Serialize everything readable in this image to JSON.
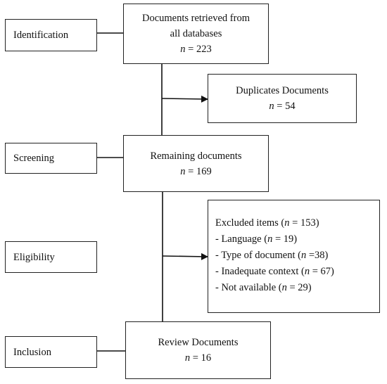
{
  "stages": {
    "identification": "Identification",
    "screening": "Screening",
    "eligibility": "Eligibility",
    "inclusion": "Inclusion"
  },
  "retrieved": {
    "line1": "Documents retrieved from",
    "line2": "all databases",
    "n_symbol": "n",
    "n_value": " = 223"
  },
  "duplicates": {
    "label": "Duplicates Documents",
    "n_symbol": "n",
    "n_value": " = 54"
  },
  "remaining": {
    "label": "Remaining documents",
    "n_symbol": "n",
    "n_value": " = 169"
  },
  "excluded": {
    "title_prefix": "Excluded items (",
    "title_n": "n",
    "title_value": " = 153)",
    "items": [
      {
        "prefix": "- Language (",
        "n": "n",
        "value": " = 19)"
      },
      {
        "prefix": "- Type of document (",
        "n": "n",
        "value": " =38)"
      },
      {
        "prefix": "- Inadequate context (",
        "n": "n",
        "value": " = 67)"
      },
      {
        "prefix": "- Not available (",
        "n": "n",
        "value": " = 29)"
      }
    ]
  },
  "review": {
    "label": "Review Documents",
    "n_symbol": "n",
    "n_value": " = 16"
  }
}
